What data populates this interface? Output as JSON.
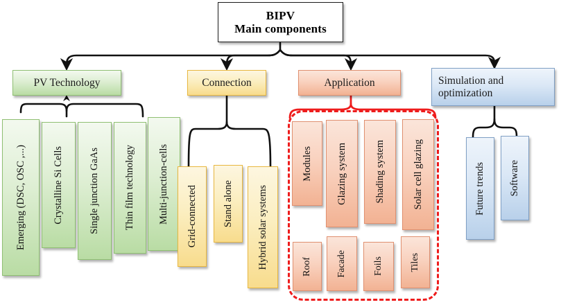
{
  "diagram": {
    "title": "BIPV Main components",
    "root": {
      "line1": "BIPV",
      "line2": "Main components"
    },
    "branches": [
      {
        "id": "pv-technology",
        "label": "PV Technology",
        "color": "#b9dca4",
        "children": [
          {
            "label": "Emerging (DSC, OSC ,...)"
          },
          {
            "label": "Crystalline Si Cells"
          },
          {
            "label": "Single junction GaAs"
          },
          {
            "label": "Thin film technology"
          },
          {
            "label": "Multi-junction-cells"
          }
        ]
      },
      {
        "id": "connection",
        "label": "Connection",
        "color": "#f8dc8d",
        "children": [
          {
            "label": "Grid-connected"
          },
          {
            "label": "Stand alone"
          },
          {
            "label": "Hybrid solar systems"
          }
        ]
      },
      {
        "id": "application",
        "label": "Application",
        "color": "#f2b293",
        "highlight_color": "#ee1c1c",
        "children_row1": [
          {
            "label": "Modules"
          },
          {
            "label": "Glazing system"
          },
          {
            "label": "Shading system"
          },
          {
            "label": "Solar cell glazing"
          }
        ],
        "children_row2": [
          {
            "label": "Roof"
          },
          {
            "label": "Facade"
          },
          {
            "label": "Foils"
          },
          {
            "label": "Tiles"
          }
        ]
      },
      {
        "id": "simulation-and-optimization",
        "label_line1": "Simulation and",
        "label_line2": "optimization",
        "color": "#b8d0ea",
        "children": [
          {
            "label": "Future trends"
          },
          {
            "label": "Software"
          }
        ]
      }
    ]
  }
}
